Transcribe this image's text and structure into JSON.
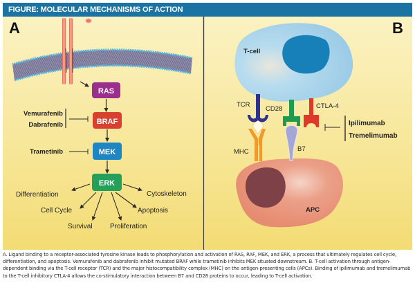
{
  "figure": {
    "title": "FIGURE: MOLECULAR MECHANISMS OF ACTION",
    "colors": {
      "header": "#1a73a3",
      "ras": "#9b2f8e",
      "braf": "#d8412f",
      "mek": "#1f86c4",
      "erk": "#25a05a",
      "tcell": "#a9d3ec",
      "tcell_nucleus": "#1780b8",
      "apc": "#e8927a",
      "apc_nucleus": "#7e4147",
      "tcr": "#2e3190",
      "mhc": "#ee9a2c",
      "cd28": "#1f9a4e",
      "b7": "#a3a6d6",
      "ctla4": "#e0392a",
      "membrane": "#4fb3e3"
    },
    "panel_a": {
      "label": "A",
      "nodes": {
        "ras": "RAS",
        "braf": "BRAF",
        "mek": "MEK",
        "erk": "ERK"
      },
      "inhibitors": {
        "braf": [
          "Vemurafenib",
          "Dabrafenib"
        ],
        "mek": [
          "Trametinib"
        ]
      },
      "outcomes": [
        "Differentiation",
        "Cytoskeleton",
        "Cell Cycle",
        "Apoptosis",
        "Survival",
        "Proliferation"
      ]
    },
    "panel_b": {
      "label": "B",
      "cells": {
        "tcell": "T-cell",
        "apc": "APC"
      },
      "receptors": {
        "tcr": "TCR",
        "cd28": "CD28",
        "ctla4": "CTLA-4",
        "mhc": "MHC",
        "b7": "B7"
      },
      "inhibitors": [
        "Ipilimumab",
        "Tremelimumab"
      ]
    },
    "caption": "A. Ligand binding to a receptor-associated tyrosine kinase leads to phosphorylation and activation of RAS, RAF, MEK, and ERK, a process that ultimately regulates cell cycle, differentiation, and apoptosis. Vemurafenib and dabrafenib inhibit mutated BRAF while trametinib inhibits MEK situated downstream. B. T-cell activation through antigen-dependent binding via the T-cell receptor (TCR) and the major histocompatibility complex (MHC) on the antigen-presenting cells (APCs). Binding of ipilimumab and tremelimumab to the T-cell inhibitory CTLA-4 allows the co-stimulatory interaction between B7 and CD28 proteins to occur, leading to T-cell activation."
  }
}
